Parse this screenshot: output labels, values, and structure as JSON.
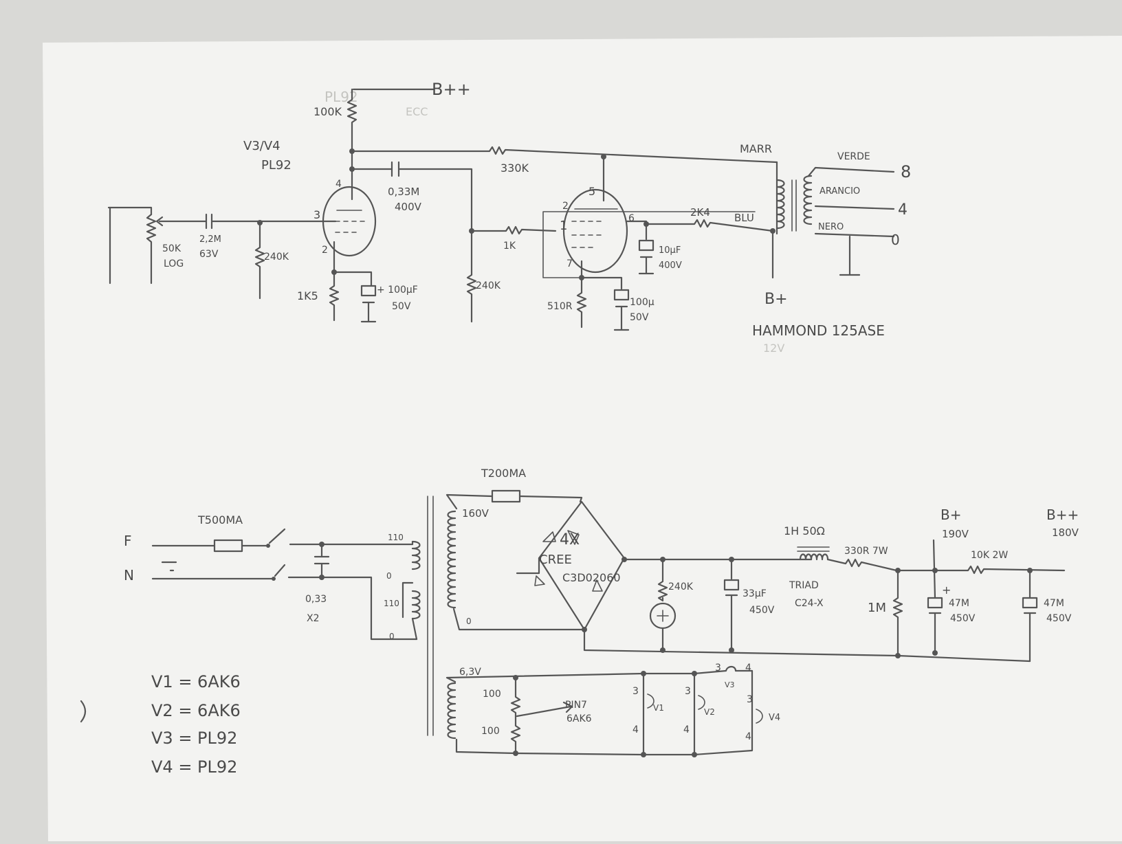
{
  "amplifier": {
    "bpp_top": "B++",
    "r_plate_v1": "100K",
    "tube_id": "V3/V4",
    "tube_type": "PL92",
    "c_coupling_value": "0,33M",
    "c_coupling_voltage": "400V",
    "r_feedback": "330K",
    "trafo_primary_wire": "MARR",
    "trafo_out_verde": "VERDE",
    "trafo_out_arancio": "ARANCIO",
    "trafo_out_nero": "NERO",
    "tap_8": "8",
    "tap_4": "4",
    "tap_0": "0",
    "pin_4": "4",
    "pin_3": "3",
    "pin_2_v1": "2",
    "pin_5": "5",
    "pin_2_v2": "2",
    "pin_1": "1",
    "pin_6": "6",
    "pin_7": "7",
    "r_grid_stopper": "2K4",
    "blu_wire": "BLU",
    "pot_value": "50K",
    "pot_taper": "LOG",
    "c_input_value": "2,2M",
    "c_input_voltage": "63V",
    "r_grid_leak_1": "240K",
    "r_cathode_1": "1K5",
    "c_cathode_1_value": "+ 100µF",
    "c_cathode_1_voltage": "50V",
    "r_grid_stop_2": "1K",
    "r_grid_leak_2": "240K",
    "r_cathode_2": "510R",
    "c_cathode_2_value": "100µ",
    "c_cathode_2_voltage": "50V",
    "c_screen_value": "10µF",
    "c_screen_voltage": "400V",
    "bplus_label": "B+",
    "trafo_model": "HAMMOND 125ASE"
  },
  "psu": {
    "line_f": "F",
    "line_n": "N",
    "fuse_main": "T500MA",
    "x2_cap_value": "0,33",
    "x2_cap_type": "X2",
    "tap_110_top": "110",
    "tap_0_mid": "0",
    "tap_110_bot": "110",
    "tap_0_bot": "0",
    "fuse_hv": "T200MA",
    "hv_winding": "160V",
    "hv_zero": "0",
    "bridge_count": "4X",
    "bridge_brand": "CREE",
    "bridge_part": "C3D02060",
    "r_bleeder": "240K",
    "c_first_value": "33µF",
    "c_first_voltage": "450V",
    "choke_spec": "1H 50Ω",
    "choke_model_1": "TRIAD",
    "choke_model_2": "C24-X",
    "r_series_1": "330R 7W",
    "r_bleeder_2": "1M",
    "bplus_label": "B+",
    "bplus_voltage": "190V",
    "c_second_plus": "+",
    "c_second_value": "47M",
    "c_second_voltage": "450V",
    "r_series_2": "10K 2W",
    "bpp_label": "B++",
    "bpp_voltage": "180V",
    "c_third_value": "47M",
    "c_third_voltage": "450V",
    "heater_winding": "6,3V",
    "heater_r_top": "100",
    "heater_r_bot": "100",
    "pin_note_1": "PIN7",
    "pin_note_2": "6AK6",
    "h_v1_pin3": "3",
    "h_v1_pin4": "4",
    "h_v1": "V1",
    "h_v2_pin3": "3",
    "h_v2_pin4": "4",
    "h_v2": "V2",
    "h_v3_pin3": "3",
    "h_v3_pin4": "4",
    "h_v3": "V3",
    "h_v4_pin3": "3",
    "h_v4_pin4": "4",
    "h_v4": "V4"
  },
  "tube_list": [
    "V1 = 6AK6",
    "V2 = 6AK6",
    "V3 = PL92",
    "V4 = PL92"
  ],
  "ghost_text": {
    "g1": "PL92",
    "g2": "ECC",
    "g3": "12V"
  },
  "colors": {
    "paper": "#f3f3f1",
    "table": "#d9d9d6",
    "pencil": "#555555"
  }
}
